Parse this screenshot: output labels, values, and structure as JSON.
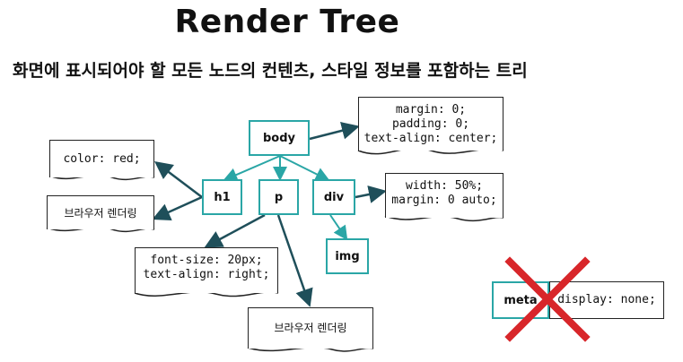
{
  "title": "Render Tree",
  "subtitle": "화면에 표시되어야 할 모든 노드의 컨텐츠, 스타일 정보를 포함하는 트리",
  "nodes": {
    "body": "body",
    "h1": "h1",
    "p": "p",
    "div": "div",
    "img": "img",
    "meta": "meta"
  },
  "notes": {
    "body_style": "margin: 0;\npadding: 0;\ntext-align: center;",
    "h1_style": "color: red;",
    "h1_render": "브라우저 렌더링",
    "div_style": "width: 50%;\nmargin: 0 auto;",
    "p_style": "font-size: 20px;\ntext-align: right;",
    "p_render": "브라우저 렌더링",
    "meta_style": "display: none;"
  },
  "colors": {
    "tree_edge": "#2aa6a6",
    "style_arrow": "#1f4f5a",
    "excluded_mark": "#d8262a"
  }
}
